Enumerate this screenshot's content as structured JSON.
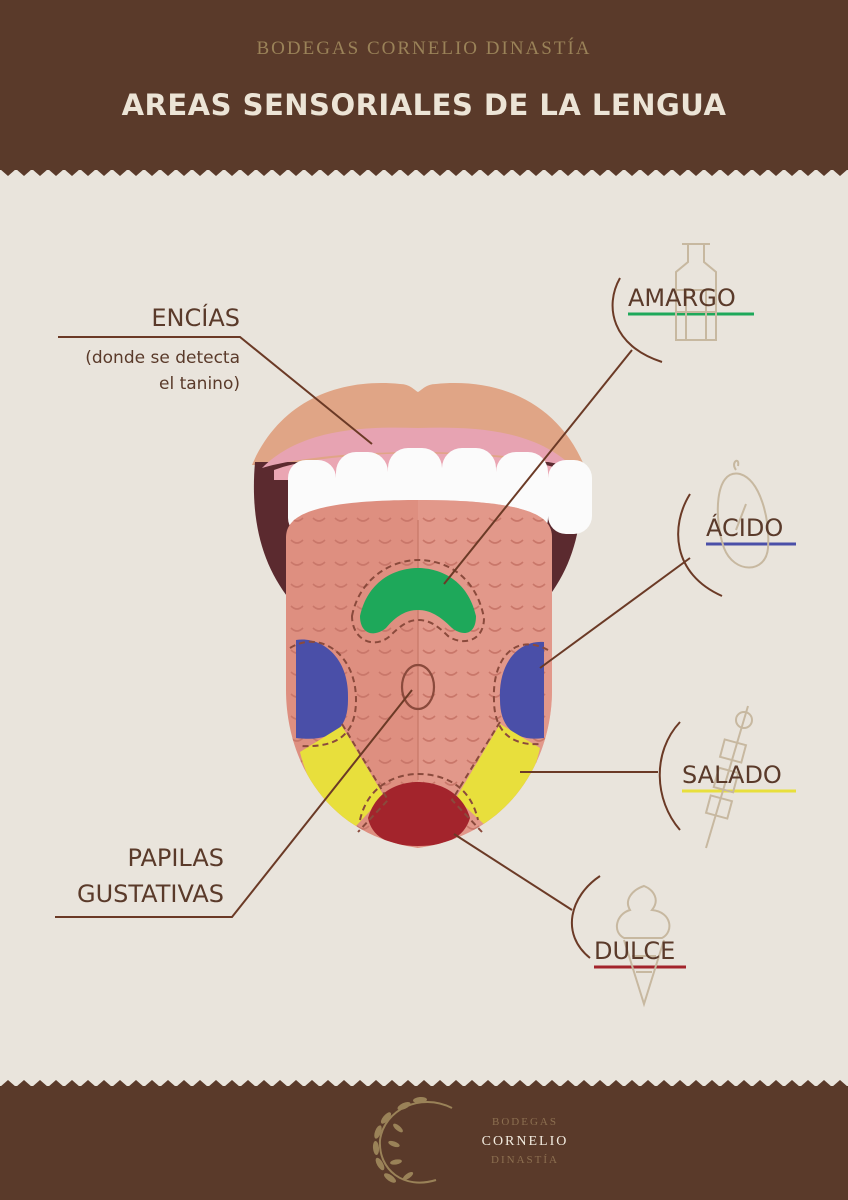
{
  "header": {
    "brand": "BODEGAS CORNELIO DINASTÍA",
    "title": "AREAS SENSORIALES DE LA LENGUA"
  },
  "labels": {
    "encias": "ENCÍAS",
    "encias_note_1": "(donde se detecta",
    "encias_note_2": "el tanino)",
    "papilas_1": "PAPILAS",
    "papilas_2": "GUSTATIVAS",
    "amargo": "AMARGO",
    "acido": "ÁCIDO",
    "salado": "SALADO",
    "dulce": "DULCE"
  },
  "taste_colors": {
    "amargo": "#1ea85a",
    "acido": "#4a4fa8",
    "salado": "#e8df3c",
    "dulce": "#a3242c"
  },
  "colors": {
    "band": "#5a3a2a",
    "background": "#e9e4dc",
    "tongue": "#de8f80",
    "lips": "#e0a586"
  },
  "footer": {
    "logo_line_1": "BODEGAS",
    "logo_line_2": "CORNELIO",
    "logo_line_3": "DINASTÍA"
  },
  "icons": [
    "wine-bottle-icon",
    "lemon-icon",
    "skewer-icon",
    "ice-cream-icon",
    "laurel-wreath-icon"
  ]
}
